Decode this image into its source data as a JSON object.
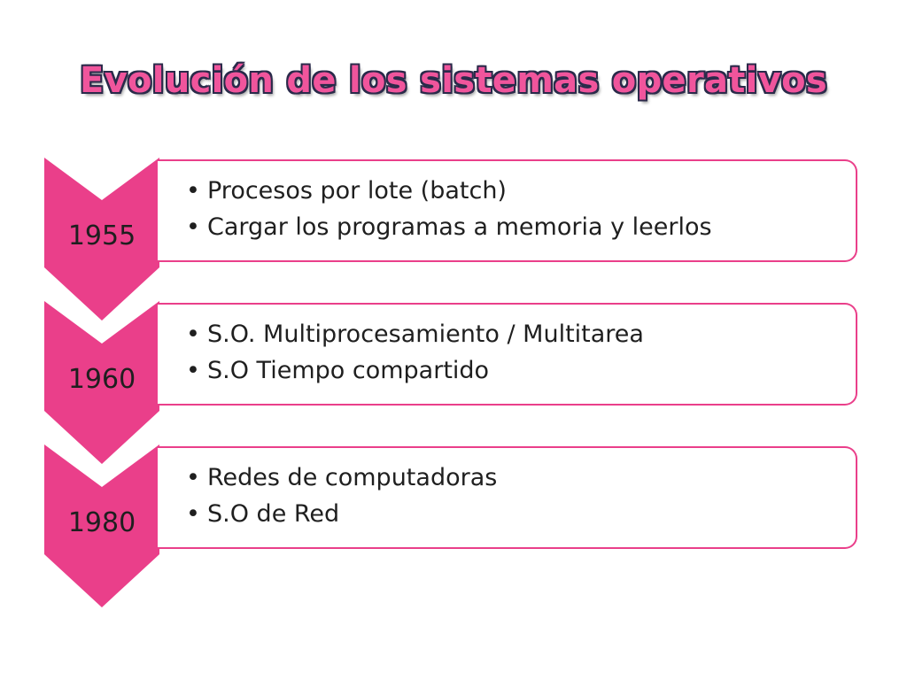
{
  "title": "Evolución de los sistemas operativos",
  "colors": {
    "accent": "#EA3F8A",
    "title_fill": "#F0559C",
    "title_outline": "#2A2A4A"
  },
  "bullet_glyph": "•",
  "steps": [
    {
      "year": "1955",
      "items": [
        "Procesos por lote (batch)",
        "Cargar los programas a memoria y leerlos"
      ]
    },
    {
      "year": "1960",
      "items": [
        "S.O. Multiprocesamiento / Multitarea",
        "S.O Tiempo compartido"
      ]
    },
    {
      "year": "1980",
      "items": [
        "Redes de computadoras",
        "S.O de Red"
      ]
    }
  ]
}
